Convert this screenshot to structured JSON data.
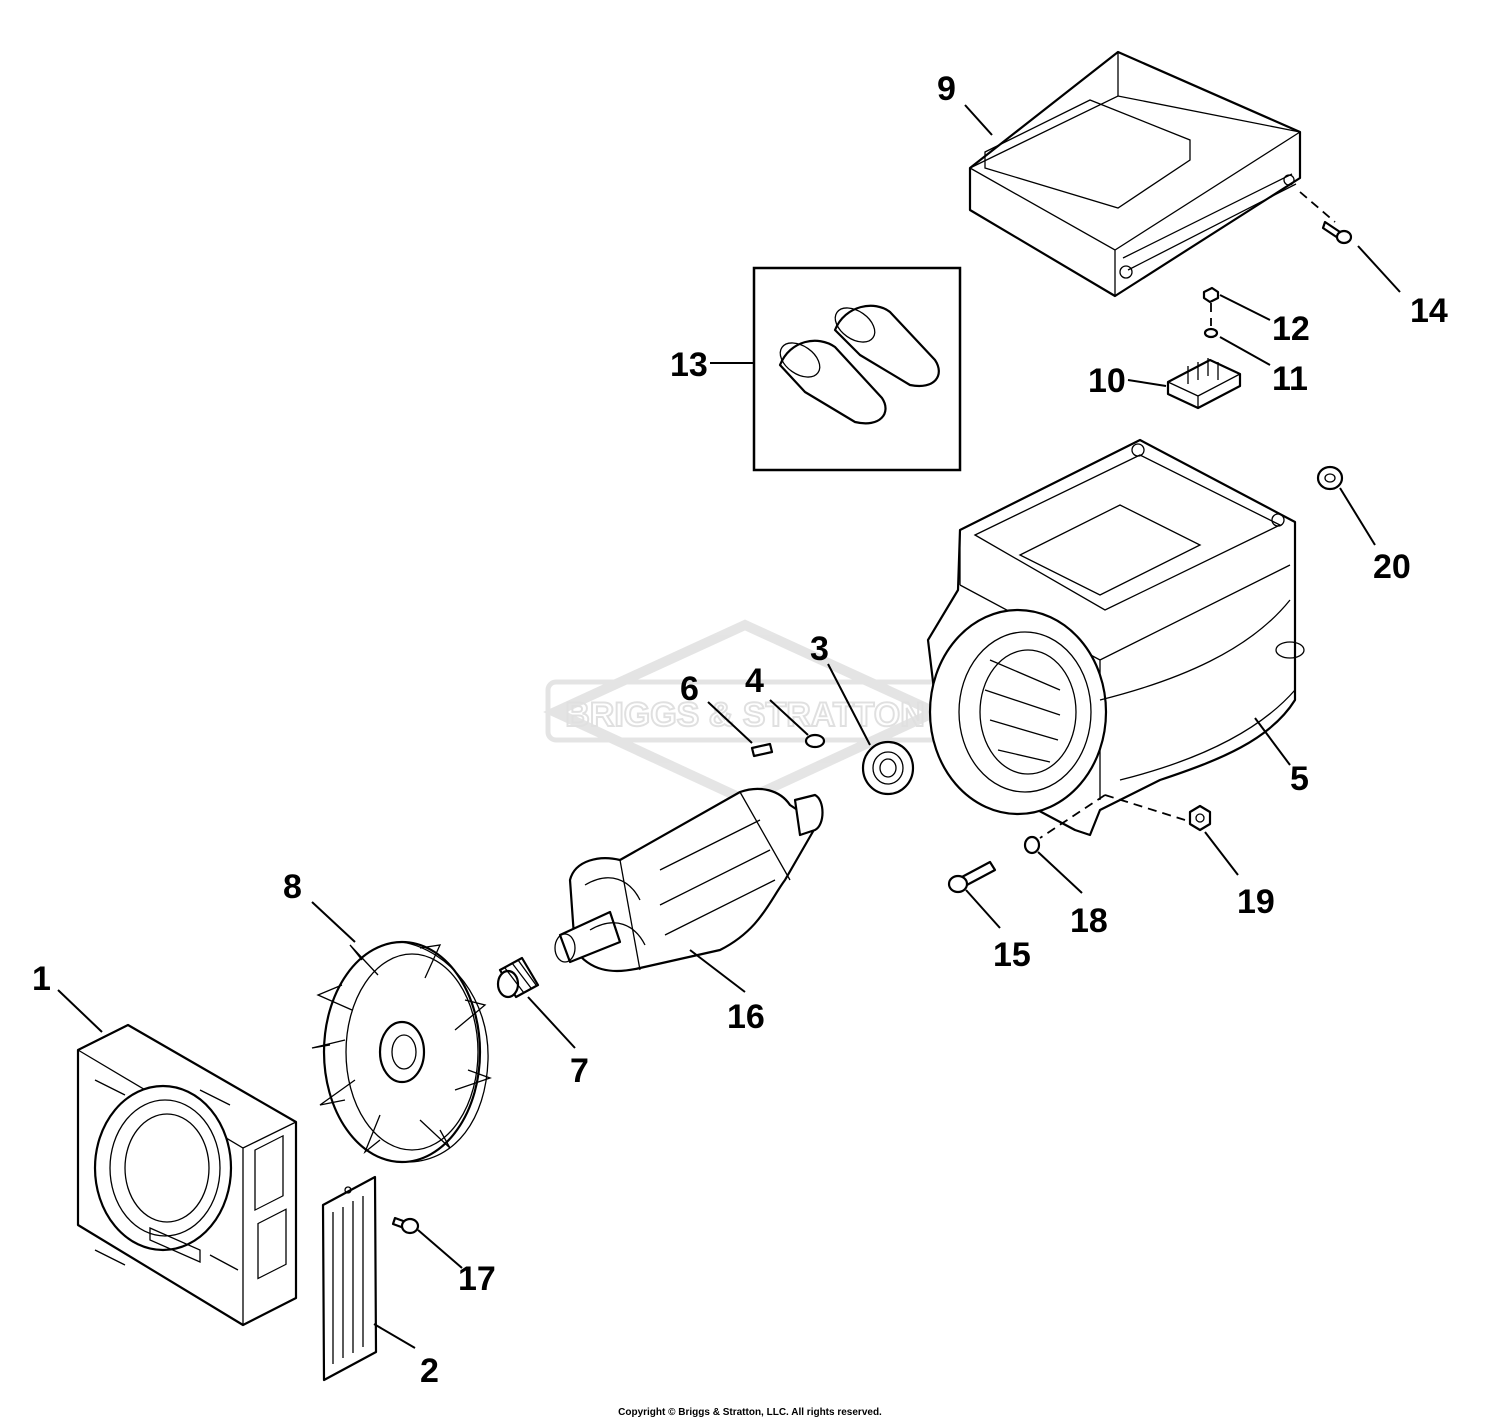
{
  "watermark": {
    "text": "BRIGGS & STRATTON"
  },
  "callouts": [
    {
      "id": "1",
      "label": "1"
    },
    {
      "id": "2",
      "label": "2"
    },
    {
      "id": "3",
      "label": "3"
    },
    {
      "id": "4",
      "label": "4"
    },
    {
      "id": "5",
      "label": "5"
    },
    {
      "id": "6",
      "label": "6"
    },
    {
      "id": "7",
      "label": "7"
    },
    {
      "id": "8",
      "label": "8"
    },
    {
      "id": "9",
      "label": "9"
    },
    {
      "id": "10",
      "label": "10"
    },
    {
      "id": "11",
      "label": "11"
    },
    {
      "id": "12",
      "label": "12"
    },
    {
      "id": "13",
      "label": "13"
    },
    {
      "id": "14",
      "label": "14"
    },
    {
      "id": "15",
      "label": "15"
    },
    {
      "id": "16",
      "label": "16"
    },
    {
      "id": "17",
      "label": "17"
    },
    {
      "id": "18",
      "label": "18"
    },
    {
      "id": "19",
      "label": "19"
    },
    {
      "id": "20",
      "label": "20"
    }
  ],
  "footer": {
    "copyright": "Copyright © Briggs & Stratton, LLC. All rights reserved."
  }
}
